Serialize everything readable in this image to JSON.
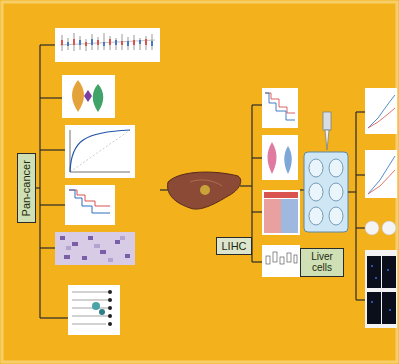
{
  "diagram": {
    "nodes": [
      {
        "text": [
          "Pan-cancer"
        ]
      },
      {
        "text": [
          "LIHC"
        ]
      },
      {
        "text": [
          "Liver cells"
        ]
      }
    ]
  }
}
